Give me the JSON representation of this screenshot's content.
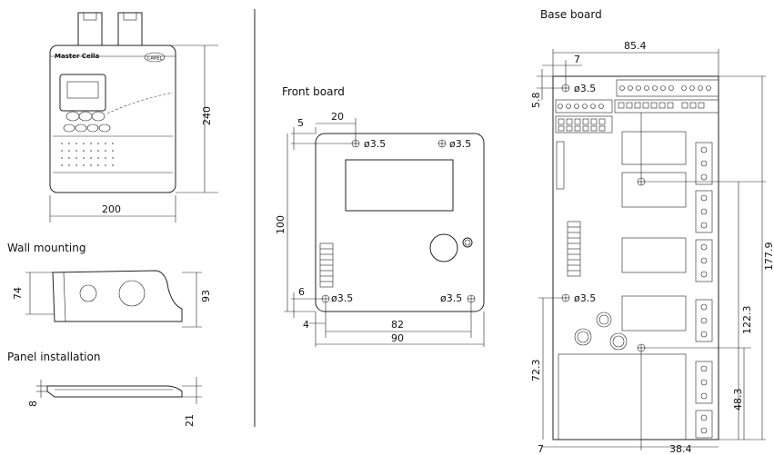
{
  "sections": {
    "wall_mounting": "Wall mounting",
    "panel_installation": "Panel installation",
    "front_board": "Front board",
    "base_board": "Base board"
  },
  "device": {
    "brand": "Master Cella",
    "badge": "CAREL"
  },
  "dimensions": {
    "device_height": "240",
    "device_width": "200",
    "wall_depth_inner": "74",
    "wall_depth_outer": "93",
    "panel_thickness": "8",
    "panel_depth": "21",
    "front_offset_x": "20",
    "front_offset_y": "5",
    "front_hole_tl": "ø3.5",
    "front_hole_tr": "ø3.5",
    "front_hole_bl": "ø3.5",
    "front_hole_br": "ø3.5",
    "front_height": "100",
    "front_bottom_y": "6",
    "front_bottom_x": "4",
    "front_hole_span": "82",
    "front_width": "90",
    "base_width": "85.4",
    "base_offset_x": "7",
    "base_offset_y": "5.8",
    "base_hole_top": "ø3.5",
    "base_hole_mid": "ø3.5",
    "base_height_total": "177.9",
    "base_height_mid": "122.3",
    "base_height_left": "72.3",
    "base_height_right": "48.3",
    "base_bottom_x": "7",
    "base_bottom_span": "38.4"
  }
}
